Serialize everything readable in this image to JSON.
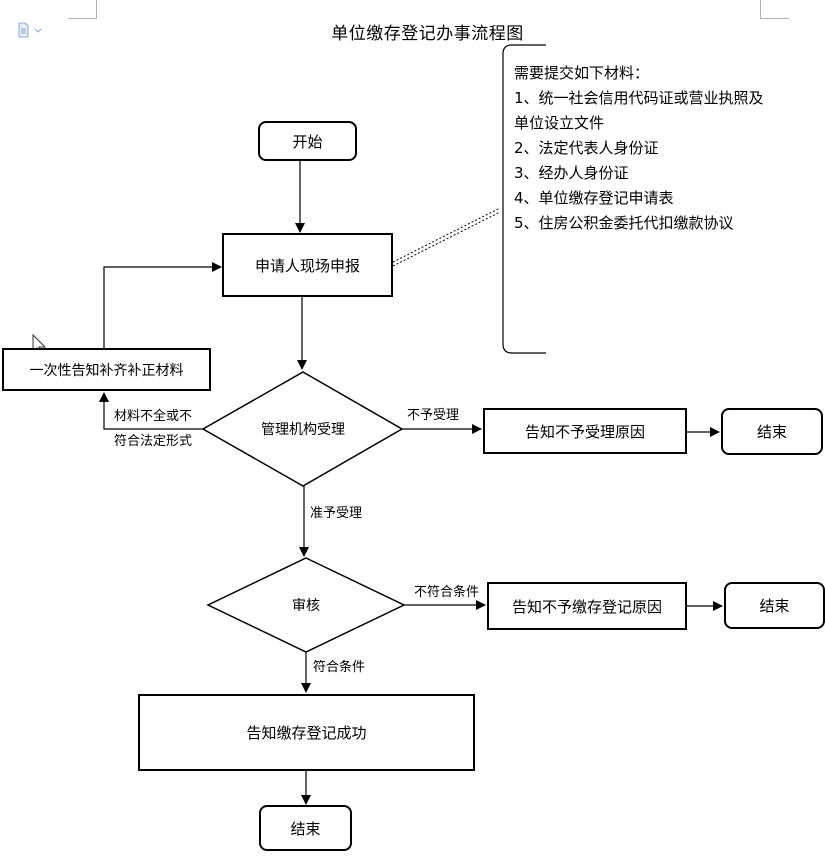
{
  "title": "单位缴存登记办事流程图",
  "requirements": {
    "heading": "需要提交如下材料：",
    "items": [
      "1、统一社会信用代码证或营业执照及",
      "单位设立文件",
      "2、法定代表人身份证",
      "3、经办人身份证",
      "4、单位缴存登记申请表",
      "5、住房公积金委托代扣缴款协议"
    ]
  },
  "nodes": {
    "start": "开始",
    "apply": "申请人现场申报",
    "supplement": "一次性告知补齐补正材料",
    "accept": "管理机构受理",
    "reject_reason": "告知不予受理原因",
    "end1": "结束",
    "review": "审核",
    "deny_reason": "告知不予缴存登记原因",
    "end2": "结束",
    "success": "告知缴存登记成功",
    "end3": "结束"
  },
  "edge_labels": {
    "incomplete_line1": "材料不全或不",
    "incomplete_line2": "符合法定形式",
    "not_accepted": "不予受理",
    "accepted": "准予受理",
    "not_qualified": "不符合条件",
    "qualified": "符合条件"
  }
}
